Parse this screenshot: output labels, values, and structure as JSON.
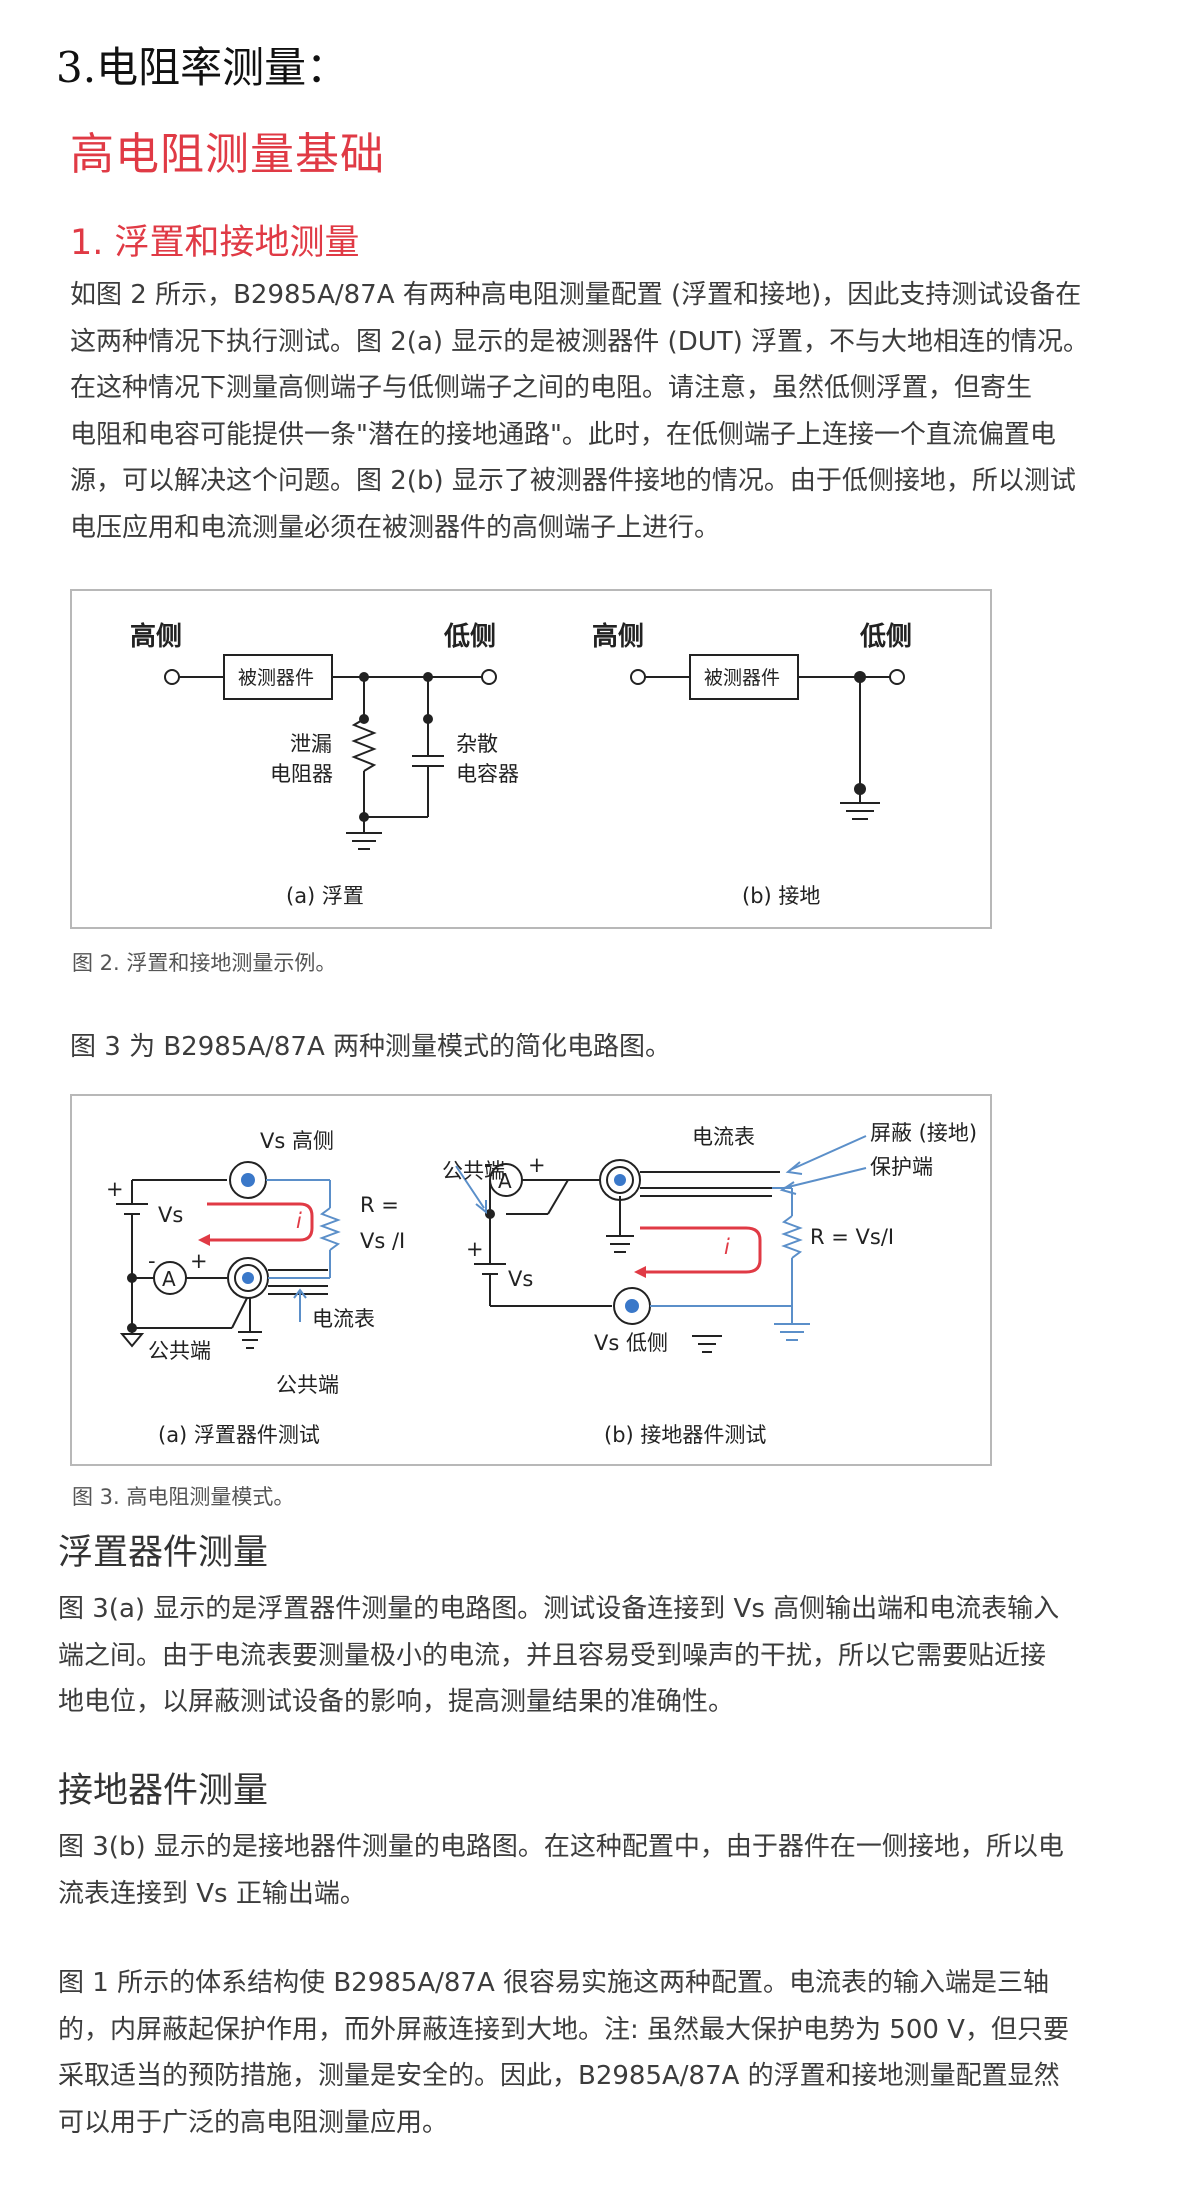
{
  "title": "3.电阻率测量：",
  "heading": "高电阻测量基础",
  "section1": {
    "title": "1. 浮置和接地测量",
    "lines": [
      "如图 2 所示，B2985A/87A 有两种高电阻测量配置 (浮置和接地)，因此支持测试设备在",
      "这两种情况下执行测试。图 2(a) 显示的是被测器件 (DUT) 浮置，不与大地相连的情况。",
      "在这种情况下测量高侧端子与低侧端子之间的电阻。请注意，虽然低侧浮置，但寄生",
      "电阻和电容可能提供一条\"潜在的接地通路\"。此时，在低侧端子上连接一个直流偏置电",
      "源，可以解决这个问题。图 2(b) 显示了被测器件接地的情况。由于低侧接地，所以测试",
      "电压应用和电流测量必须在被测器件的高侧端子上进行。"
    ]
  },
  "figure2": {
    "a": {
      "high": "高侧",
      "low": "低侧",
      "dut": "被测器件",
      "leak1": "泄漏",
      "leak2": "电阻器",
      "stray1": "杂散",
      "stray2": "电容器",
      "label": "(a) 浮置"
    },
    "b": {
      "high": "高侧",
      "low": "低侧",
      "dut": "被测器件",
      "label": "(b) 接地"
    },
    "caption": "图 2. 浮置和接地测量示例。"
  },
  "intro_fig3": "图 3 为 B2985A/87A 两种测量模式的简化电路图。",
  "figure3": {
    "a": {
      "vs_high": "Vs 高侧",
      "vs": "Vs",
      "r1": "R =",
      "r2": "Vs /I",
      "i": "i",
      "ammeter": "A",
      "ammeter_label": "电流表",
      "common1": "公共端",
      "common2": "公共端",
      "plus": "+",
      "minus": "-",
      "label": "(a) 浮置器件测试"
    },
    "b": {
      "ammeter_label": "电流表",
      "shield": "屏蔽 (接地)",
      "guard": "保护端",
      "common": "公共端",
      "ammeter": "A",
      "r": "R = Vs/I",
      "i": "i",
      "vs": "Vs",
      "vs_low": "Vs 低侧",
      "plus": "+",
      "minus": "-",
      "label": "(b) 接地器件测试"
    },
    "caption": "图 3. 高电阻测量模式。"
  },
  "section_float": {
    "title": "浮置器件测量",
    "lines": [
      "图 3(a) 显示的是浮置器件测量的电路图。测试设备连接到 Vs 高侧输出端和电流表输入",
      "端之间。由于电流表要测量极小的电流，并且容易受到噪声的干扰，所以它需要贴近接",
      "地电位，以屏蔽测试设备的影响，提高测量结果的准确性。"
    ]
  },
  "section_ground": {
    "title": "接地器件测量",
    "lines": [
      "图 3(b) 显示的是接地器件测量的电路图。在这种配置中，由于器件在一侧接地，所以电",
      "流表连接到 Vs 正输出端。"
    ]
  },
  "closing": {
    "lines": [
      "图 1 所示的体系结构使 B2985A/87A 很容易实施这两种配置。电流表的输入端是三轴",
      "的，内屏蔽起保护作用，而外屏蔽连接到大地。注: 虽然最大保护电势为 500 V，但只要",
      "采取适当的预防措施，测量是安全的。因此，B2985A/87A 的浮置和接地测量配置显然",
      "可以用于广泛的高电阻测量应用。"
    ]
  },
  "colors": {
    "accent_red": "#e03a45",
    "wire_blue": "#5b8fc9",
    "current_red": "#e03a45"
  }
}
